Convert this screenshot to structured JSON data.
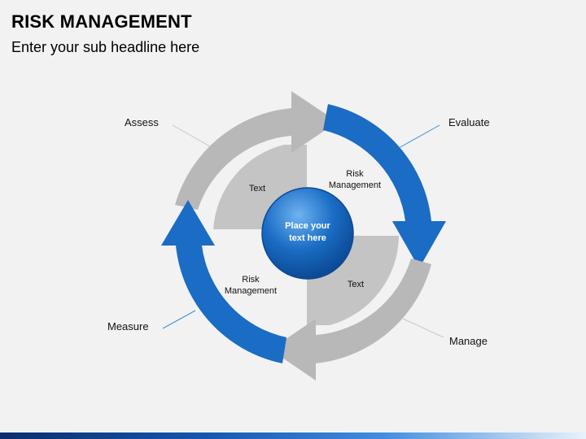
{
  "header": {
    "title": "RISK MANAGEMENT",
    "subtitle": "Enter your sub headline here"
  },
  "cycle": {
    "stages": {
      "assess": "Assess",
      "evaluate": "Evaluate",
      "manage": "Manage",
      "measure": "Measure"
    },
    "inner_labels": {
      "top_left_text": "Text",
      "top_right_l1": "Risk",
      "top_right_l2": "Management",
      "bottom_right_text": "Text",
      "bottom_left_l1": "Risk",
      "bottom_left_l2": "Management"
    },
    "center": {
      "line1": "Place your",
      "line2": "text here"
    }
  },
  "colors": {
    "blue": "#1a6cc4",
    "gray": "#b8b8b8",
    "light_gray": "#c8c8c8",
    "accent_line": "#3b8fd6"
  }
}
